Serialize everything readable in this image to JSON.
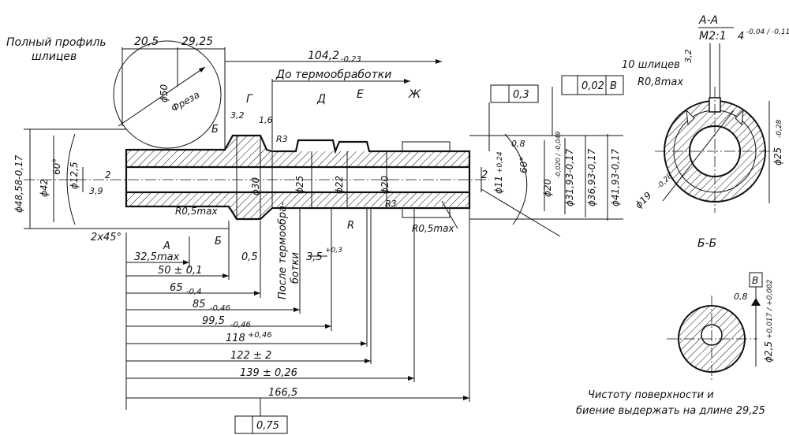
{
  "notes": {
    "profile_line1": "Полный профиль",
    "profile_line2": "шлицев",
    "before_heat": "До термообработки",
    "after_heat_1": "После термообра-",
    "after_heat_2": "ботки",
    "bottom_line1": "Чистоту поверхности  и",
    "bottom_line2": "биение выдержать на длине 29,25"
  },
  "sections": {
    "aa_title": "А-А",
    "aa_scale": "М2:1",
    "bb_title": "Б-Б",
    "datum": "В",
    "splines": "10 шлицев",
    "r08": "R0,8max",
    "width": "4",
    "width_tol": "-0,04 / -0,11",
    "d25": "ϕ25",
    "d25_tol": "-0,28",
    "d19": "ϕ19",
    "d19_tol": "-0,28",
    "d25b": "ϕ2,5",
    "d25b_tol": "+0,017 / +0,002",
    "rough": "0,8",
    "rough2": "3,2"
  },
  "letters": [
    "Г",
    "Д",
    "Е",
    "Ж",
    "Б",
    "А",
    "Б",
    "R"
  ],
  "frames": {
    "runout_03": "0,3",
    "pos_002": "0,02",
    "pos_002_datum": "В",
    "runout_075": "0,75"
  },
  "top_dims": [
    "20,5",
    "29,25",
    "104,2",
    "-0,23"
  ],
  "diameters": {
    "d4858": "ϕ48,58-0,17",
    "d42": "ϕ42",
    "a60": "60°",
    "d125": "ϕ12,5",
    "d2": "2",
    "r39": "3,9",
    "d30": "ϕ30",
    "d25": "ϕ25",
    "d22": "ϕ22",
    "d20": "ϕ20",
    "d11": "ϕ11",
    "d11_tol": "+0,24",
    "d20t": "ϕ20",
    "d20t_tol": "-0,020 / -0,049",
    "d3193": "ϕ31,93-0,17",
    "d3693": "ϕ36,93-0,17",
    "d4193": "ϕ41,93-0,17",
    "d50": "ϕ50",
    "freza": "Фреза",
    "a60r": "60°",
    "r2": "2",
    "r3a": "R3",
    "r3b": "R3",
    "r05a": "R0,5max",
    "r05b": "R0,5max",
    "r32": "3,2",
    "r16": "1,6",
    "r08": "0,8"
  },
  "length_dims": [
    {
      "label": "2x45°"
    },
    {
      "label": "32,5max"
    },
    {
      "label": "0,5"
    },
    {
      "label": "3,5",
      "tol": "+0,3"
    },
    {
      "label": "50 ± 0,1"
    },
    {
      "label": "65",
      "tol": "-0,4"
    },
    {
      "label": "85",
      "tol": "-0,46"
    },
    {
      "label": "99,5",
      "tol": "-0,46"
    },
    {
      "label": "118",
      "tol": "+0,46"
    },
    {
      "label": "122 ± 2"
    },
    {
      "label": "139 ± 0,26"
    },
    {
      "label": "166,5"
    }
  ]
}
